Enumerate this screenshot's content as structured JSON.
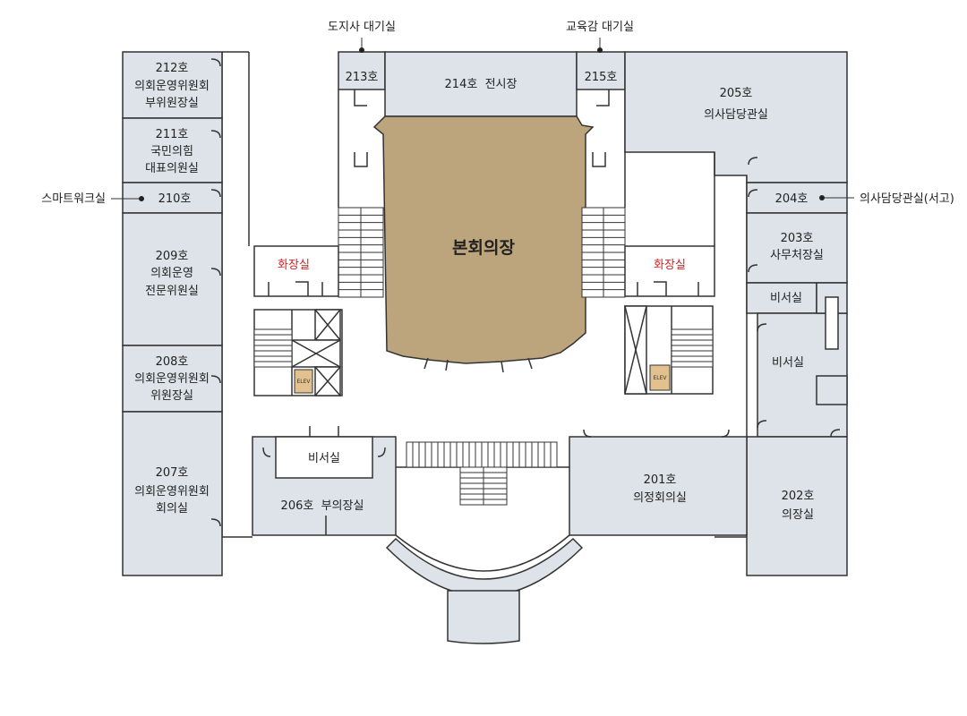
{
  "main_hall": "본회의장",
  "rooms": {
    "r212": [
      "212호",
      "의회운영위원회",
      "부위원장실"
    ],
    "r211": [
      "211호",
      "국민의힘",
      "대표의원실"
    ],
    "r210": "210호",
    "r209": [
      "209호",
      "의회운영",
      "전문위원실"
    ],
    "r208": [
      "208호",
      "의회운영위원회",
      "위원장실"
    ],
    "r207": [
      "207호",
      "의회운영위원회",
      "회의실"
    ],
    "r213": "213호",
    "r214": "214호  전시장",
    "r215": "215호",
    "r205": [
      "205호",
      "의사담당관실"
    ],
    "r204": "204호",
    "r203": [
      "203호",
      "사무처장실"
    ],
    "sec1": "비서실",
    "sec2": "비서실",
    "sec3": "비서실",
    "r206": "206호  부의장실",
    "r201": [
      "201호",
      "의정회의실"
    ],
    "r202": [
      "202호",
      "의장실"
    ],
    "toilet_left": "화장실",
    "toilet_right": "화장실",
    "elev_left": "ELEV",
    "elev_right": "ELEV"
  },
  "callouts": {
    "governor": "도지사 대기실",
    "superintendent": "교육감 대기실",
    "smartwork": "스마트워크실",
    "library": "의사담당관실(서고)"
  },
  "colors": {
    "room_fill": "#dde3e8",
    "hall_fill": "#bca57c",
    "elev_fill": "#e2c18e",
    "toilet_text": "#d42323"
  }
}
